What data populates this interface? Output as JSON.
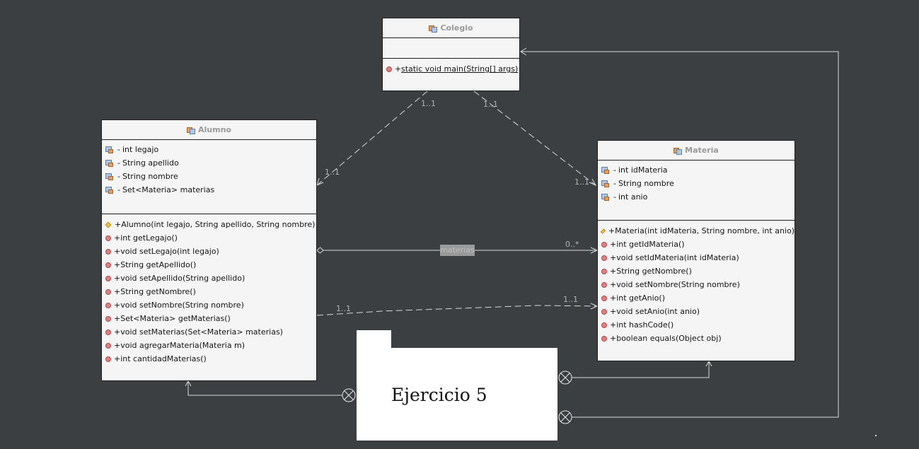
{
  "classes": {
    "colegio": {
      "name": "Colegio",
      "attributes": [],
      "methods": [
        {
          "vis": "+",
          "sig": "static void main(String[] args)"
        }
      ]
    },
    "alumno": {
      "name": "Alumno",
      "attributes": [
        {
          "vis": "-",
          "sig": "int legajo"
        },
        {
          "vis": "-",
          "sig": "String apellido"
        },
        {
          "vis": "-",
          "sig": "String nombre"
        },
        {
          "vis": "-",
          "sig": "Set<Materia> materias"
        }
      ],
      "methods": [
        {
          "vis": "+",
          "sig": "Alumno(int legajo, String apellido, String nombre)"
        },
        {
          "vis": "+",
          "sig": "int getLegajo()"
        },
        {
          "vis": "+",
          "sig": "void setLegajo(int legajo)"
        },
        {
          "vis": "+",
          "sig": "String getApellido()"
        },
        {
          "vis": "+",
          "sig": "void setApellido(String apellido)"
        },
        {
          "vis": "+",
          "sig": "String getNombre()"
        },
        {
          "vis": "+",
          "sig": "void setNombre(String nombre)"
        },
        {
          "vis": "+",
          "sig": "Set<Materia> getMaterias()"
        },
        {
          "vis": "+",
          "sig": "void setMaterias(Set<Materia> materias)"
        },
        {
          "vis": "+",
          "sig": "void agregarMateria(Materia m)"
        },
        {
          "vis": "+",
          "sig": "int cantidadMaterias()"
        }
      ]
    },
    "materia": {
      "name": "Materia",
      "attributes": [
        {
          "vis": "-",
          "sig": "int idMateria"
        },
        {
          "vis": "-",
          "sig": "String nombre"
        },
        {
          "vis": "-",
          "sig": "int anio"
        }
      ],
      "methods": [
        {
          "vis": "+",
          "sig": "Materia(int idMateria, String nombre, int anio)"
        },
        {
          "vis": "+",
          "sig": "int getIdMateria()"
        },
        {
          "vis": "+",
          "sig": "void setIdMateria(int idMateria)"
        },
        {
          "vis": "+",
          "sig": "String getNombre()"
        },
        {
          "vis": "+",
          "sig": "void setNombre(String nombre)"
        },
        {
          "vis": "+",
          "sig": "int getAnio()"
        },
        {
          "vis": "+",
          "sig": "void setAnio(int anio)"
        },
        {
          "vis": "+",
          "sig": "int hashCode()"
        },
        {
          "vis": "+",
          "sig": "boolean equals(Object obj)"
        }
      ]
    }
  },
  "multiplicities": {
    "colegio_alumno_src": "1..1",
    "colegio_alumno_dst": "1..1",
    "colegio_materia_src": "1..1",
    "colegio_materia_dst": "1..1",
    "alumno_materia_assoc_dst": "0..*",
    "alumno_materia_dep_src": "1..1",
    "alumno_materia_dep_dst": "1..1"
  },
  "association_label": "materias",
  "package_note": {
    "title": "Ejercicio 5"
  }
}
